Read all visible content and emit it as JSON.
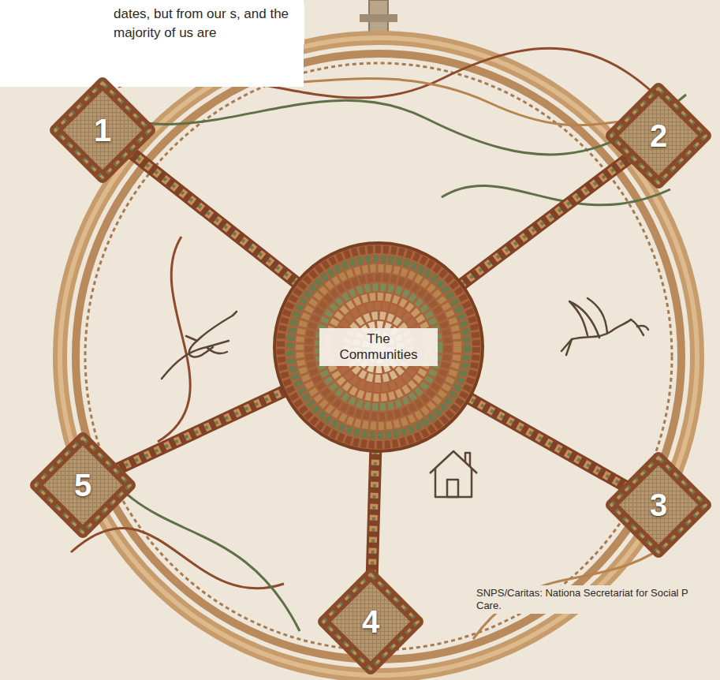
{
  "diagram": {
    "nodes": [
      {
        "text": [
          "1"
        ]
      },
      {
        "text": [
          "2"
        ]
      },
      {
        "text": [
          "The Communities"
        ]
      },
      {
        "text": [
          "5"
        ]
      },
      {
        "text": [
          "3"
        ]
      },
      {
        "text": [
          "4"
        ]
      }
    ],
    "edges": [
      {
        "from": 0,
        "to": 2,
        "arrow": "none"
      },
      {
        "from": 1,
        "to": 2,
        "arrow": "none"
      },
      {
        "from": 4,
        "to": 2,
        "arrow": "none"
      },
      {
        "from": 5,
        "to": 2,
        "arrow": "none"
      },
      {
        "from": 3,
        "to": 2,
        "arrow": "none"
      }
    ],
    "labels": [
      "dates, but from our s, and the majority of us are",
      "SNPS/Caritas: Nationa Secretariat for Social P Care."
    ]
  }
}
